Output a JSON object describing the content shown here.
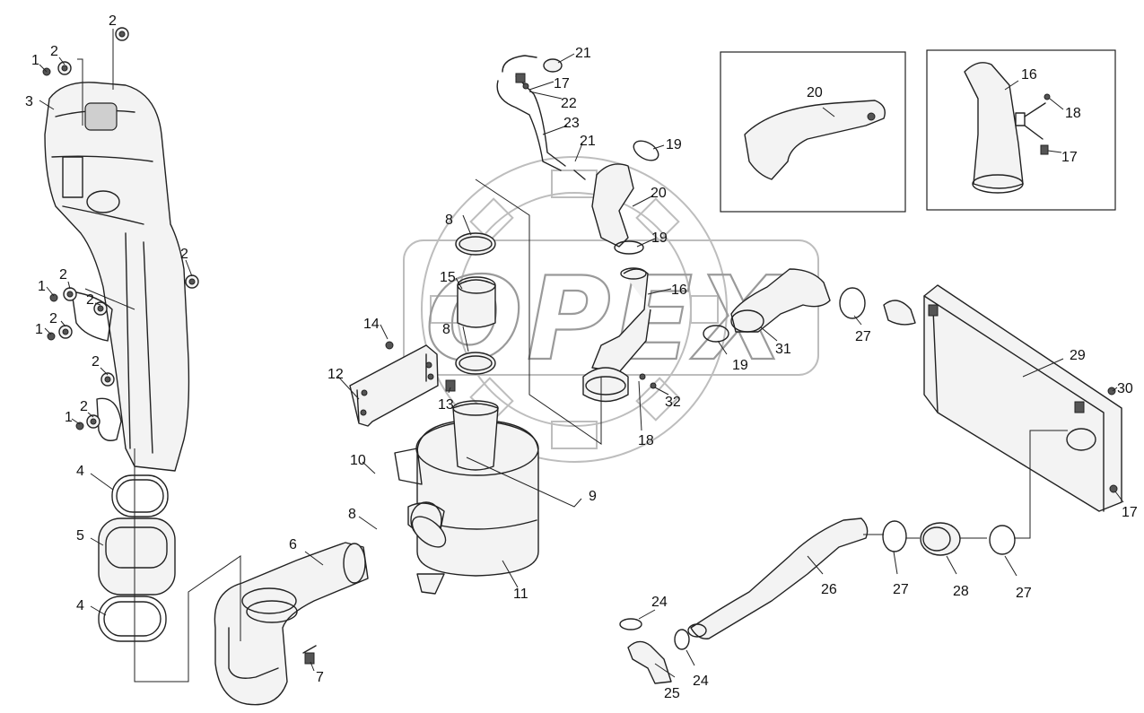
{
  "watermark": {
    "text": "OPEX",
    "color": "#9a9a9a"
  },
  "callouts": {
    "c1a": "1",
    "c1b": "1",
    "c1c": "1",
    "c1d": "1",
    "c2a": "2",
    "c2b": "2",
    "c2c": "2",
    "c2d": "2",
    "c2e": "2",
    "c2f": "2",
    "c2g": "2",
    "c2h": "2",
    "c3": "3",
    "c4a": "4",
    "c4b": "4",
    "c5": "5",
    "c6": "6",
    "c7": "7",
    "c8a": "8",
    "c8b": "8",
    "c8c": "8",
    "c9": "9",
    "c10": "10",
    "c11": "11",
    "c12": "12",
    "c13": "13",
    "c14": "14",
    "c15": "15",
    "c16a": "16",
    "c16b": "16",
    "c17a": "17",
    "c17b": "17",
    "c17c": "17",
    "c18a": "18",
    "c18b": "18",
    "c19a": "19",
    "c19b": "19",
    "c19c": "19",
    "c20a": "20",
    "c20b": "20",
    "c21a": "21",
    "c21b": "21",
    "c22": "22",
    "c23": "23",
    "c24a": "24",
    "c24b": "24",
    "c25": "25",
    "c26": "26",
    "c27a": "27",
    "c27b": "27",
    "c27c": "27",
    "c28": "28",
    "c29": "29",
    "c30": "30",
    "c31": "31",
    "c32": "32"
  }
}
